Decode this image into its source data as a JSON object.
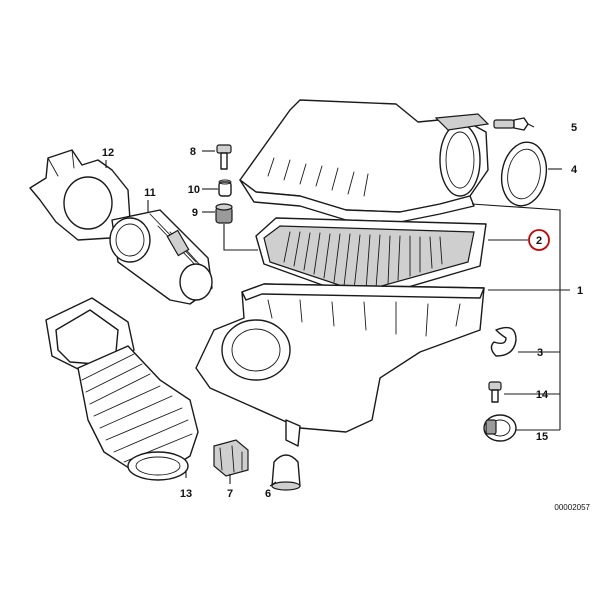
{
  "diagram": {
    "callouts": {
      "c1": "1",
      "c2": "2",
      "c3": "3",
      "c4": "4",
      "c5": "5",
      "c6": "6",
      "c7": "7",
      "c8": "8",
      "c9": "9",
      "c10": "10",
      "c11": "11",
      "c12": "12",
      "c13": "13",
      "c14": "14",
      "c15": "15"
    },
    "document_number": "00002057",
    "highlight_color": "#cc0000"
  }
}
